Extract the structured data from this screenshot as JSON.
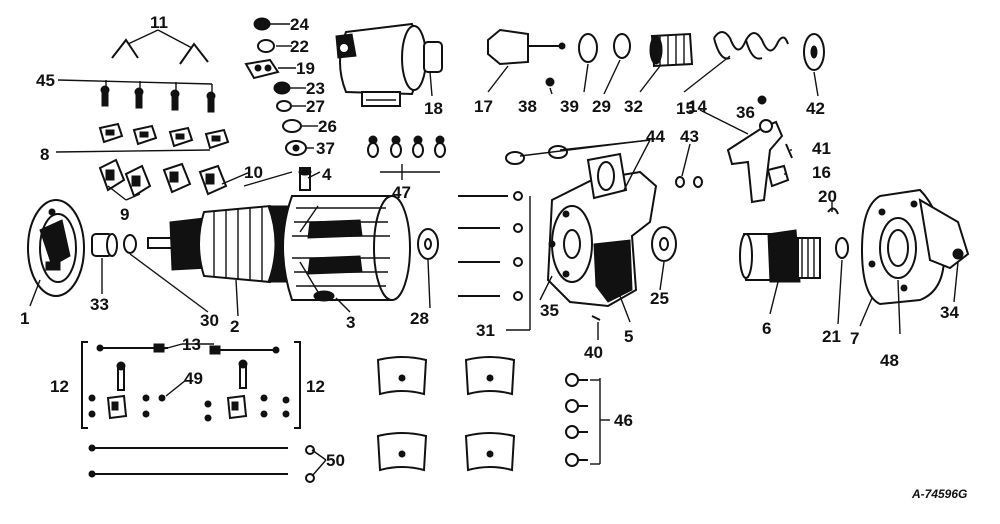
{
  "diagram": {
    "callouts": [
      "1",
      "2",
      "3",
      "4",
      "5",
      "6",
      "7",
      "8",
      "9",
      "10",
      "11",
      "12",
      "12",
      "13",
      "14",
      "15",
      "16",
      "17",
      "18",
      "19",
      "20",
      "21",
      "22",
      "23",
      "24",
      "25",
      "26",
      "27",
      "28",
      "29",
      "30",
      "31",
      "32",
      "33",
      "34",
      "35",
      "36",
      "37",
      "38",
      "39",
      "40",
      "41",
      "42",
      "43",
      "44",
      "45",
      "46",
      "47",
      "48",
      "49",
      "50"
    ],
    "drawing_code": "A-74596G"
  }
}
